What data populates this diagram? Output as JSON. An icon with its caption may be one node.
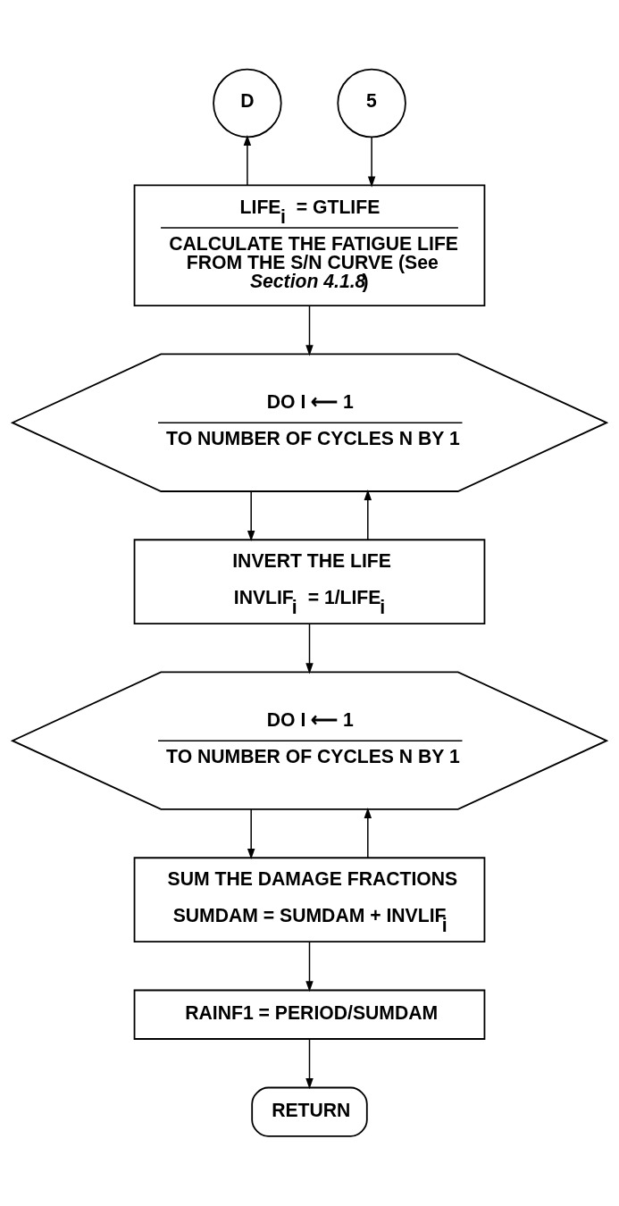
{
  "diagram": {
    "nodes": [
      {
        "text": [
          "D"
        ]
      },
      {
        "text": [
          "5"
        ]
      },
      {
        "text": [
          "LIFE$_{i}$ = GTLIFE",
          "CALCULATE THE FATIGUE LIFE FROM THE S/N CURVE (See *Section 4.1.8*)"
        ]
      },
      {
        "text": [
          "DO I ⟵ 1",
          "TO NUMBER OF CYCLES N BY 1"
        ]
      },
      {
        "text": [
          "INVERT THE LIFE",
          "INVLIF$_{i}$ = 1/LIFE$_{i}$"
        ]
      },
      {
        "text": [
          "DO I ⟵ 1",
          "TO NUMBER OF CYCLES N BY 1"
        ]
      },
      {
        "text": [
          "SUM THE DAMAGE FRACTIONS",
          "SUMDAM = SUMDAM + INVLIF$_{i}$"
        ]
      },
      {
        "text": [
          "RAINF1 = PERIOD/SUMDAM"
        ]
      },
      {
        "text": [
          "RETURN"
        ]
      }
    ],
    "edges": [
      {
        "from": 1,
        "to": 2,
        "arrow": "to"
      },
      {
        "from": 2,
        "to": 3,
        "arrow": "to"
      },
      {
        "from": 2,
        "to": 0,
        "arrow": "to"
      },
      {
        "from": 3,
        "to": 4,
        "arrow": "to"
      },
      {
        "from": 4,
        "to": 3,
        "arrow": "to"
      },
      {
        "from": 4,
        "to": 5,
        "arrow": "to"
      },
      {
        "from": 5,
        "to": 6,
        "arrow": "to"
      },
      {
        "from": 6,
        "to": 5,
        "arrow": "to"
      },
      {
        "from": 6,
        "to": 7,
        "arrow": "to"
      },
      {
        "from": 7,
        "to": 8,
        "arrow": "to"
      }
    ]
  }
}
